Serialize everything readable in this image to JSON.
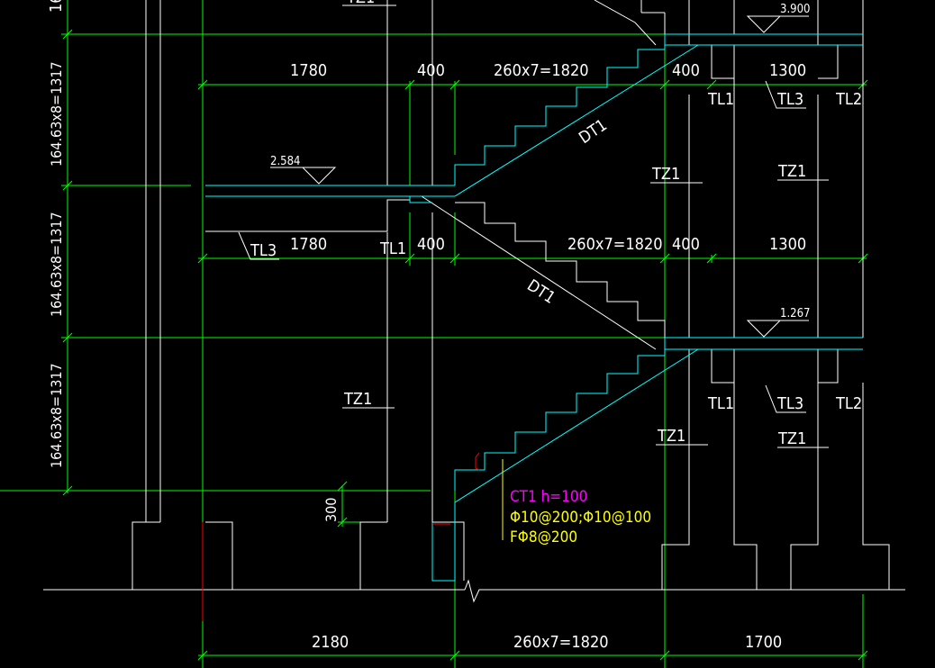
{
  "drawing": {
    "background": "#000000",
    "colors": {
      "dimension": "#00ff00",
      "concrete": "#ffffff",
      "stair": "#00ffff",
      "annotation_magenta": "#ff00ff",
      "annotation_yellow": "#ffff00",
      "marker_red": "#ff0000"
    },
    "vertical_dims": [
      "164.63x8=1317",
      "164.63x8=1317",
      "164.63x8=1317",
      "300"
    ],
    "dims_top": [
      "1780",
      "400",
      "260x7=1820",
      "400",
      "1300"
    ],
    "dims_mid": [
      "1780",
      "400",
      "260x7=1820",
      "400",
      "1300"
    ],
    "dims_bottom": [
      "2180",
      "260x7=1820",
      "1700"
    ],
    "elevations": [
      "3.900",
      "2.584",
      "1.267"
    ],
    "labels": {
      "tz1": "TZ1",
      "tl1": "TL1",
      "tl2": "TL2",
      "tl3": "TL3",
      "dt1": "DT1"
    },
    "partial_top_label": "TZ1",
    "partial_left_text": "16",
    "ct1_annotation": {
      "line1": "CT1  h=100",
      "line2": "Φ10@200;Φ10@100",
      "line3": "FΦ8@200"
    }
  }
}
